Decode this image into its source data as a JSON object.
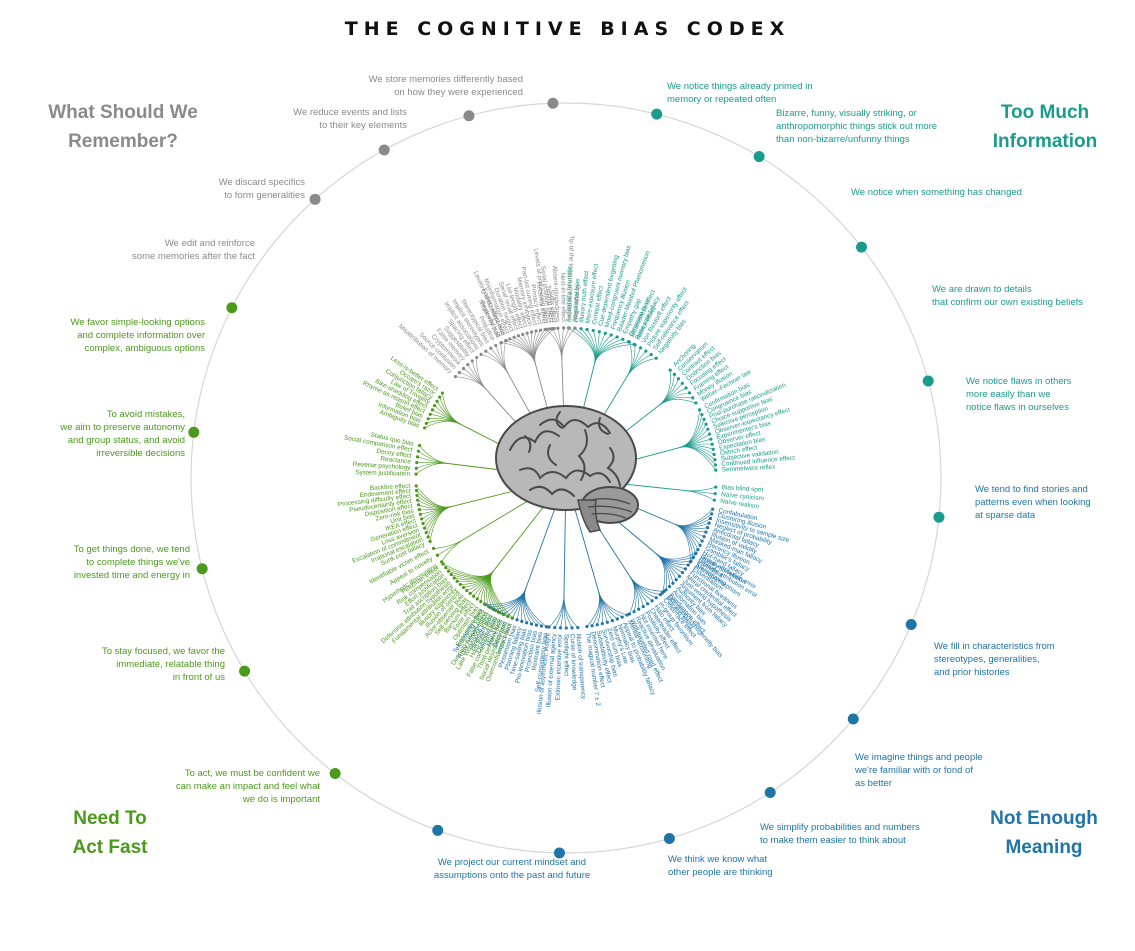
{
  "title": "THE COGNITIVE BIAS CODEX",
  "colors": {
    "gray": "#8a8a8a",
    "teal": "#1a9c8c",
    "blue": "#1f74a8",
    "green": "#4b9a1c",
    "ring": "#d6d6d6"
  },
  "quadrants": [
    {
      "key": "remember",
      "heading_line1": "What Should We",
      "heading_line2": "Remember?",
      "color": "#8a8a8a"
    },
    {
      "key": "info",
      "heading_line1": "Too Much",
      "heading_line2": "Information",
      "color": "#1a9c8c"
    },
    {
      "key": "meaning",
      "heading_line1": "Not Enough",
      "heading_line2": "Meaning",
      "color": "#1f74a8"
    },
    {
      "key": "fast",
      "heading_line1": "Need To",
      "heading_line2": "Act Fast",
      "color": "#4b9a1c"
    }
  ],
  "categories": [
    {
      "line1": "We notice things already primed in",
      "line2": "memory or repeated often",
      "line3": "",
      "color": "#1a9c8c",
      "biases": [
        "Availability heuristic",
        "Attentional bias",
        "Illusory truth effect",
        "Mere-exposure effect",
        "Context effect",
        "Cue-dependent forgetting",
        "Mood-congruent memory bias",
        "Frequency illusion",
        "Baader-Meinhof Phenomenon",
        "Empathy gap",
        "Omission bias",
        "Base rate fallacy"
      ]
    },
    {
      "line1": "Bizarre, funny, visually striking, or",
      "line2": "anthropomorphic things stick out more",
      "line3": "than non-bizarre/unfunny things",
      "color": "#1a9c8c",
      "biases": [
        "Bizarreness effect",
        "Humor effect",
        "Von Restorff effect",
        "Picture superiority effect",
        "Self-relevance effect",
        "Negativity bias"
      ]
    },
    {
      "line1": "We notice when something has changed",
      "line2": "",
      "line3": "",
      "color": "#1a9c8c",
      "biases": [
        "Anchoring",
        "Conservatism",
        "Contrast effect",
        "Distinction bias",
        "Focusing effect",
        "Framing effect",
        "Money illusion",
        "Weber–Fechner law"
      ]
    },
    {
      "line1": "We are drawn to details",
      "line2": "that confirm our own existing beliefs",
      "line3": "",
      "color": "#1a9c8c",
      "biases": [
        "Confirmation bias",
        "Congruence bias",
        "Post-purchase rationalization",
        "Choice-supportive bias",
        "Selective perception",
        "Observer-expectancy effect",
        "Experimenter's bias",
        "Observer effect",
        "Expectation bias",
        "Ostrich effect",
        "Subjective validation",
        "Continued influence effect",
        "Semmelweis reflex"
      ]
    },
    {
      "line1": "We notice flaws in others",
      "line2": "more easily than we",
      "line3": "notice flaws in ourselves",
      "color": "#1a9c8c",
      "biases": [
        "Bias blind spot",
        "Naïve cynicism",
        "Naïve realism"
      ]
    },
    {
      "line1": "We tend to find stories and",
      "line2": "patterns even when looking",
      "line3": "at sparse data",
      "color": "#1f74a8",
      "biases": [
        "Confabulation",
        "Clustering illusion",
        "Insensitivity to sample size",
        "Neglect of probability",
        "Anecdotal fallacy",
        "Illusion of validity",
        "Masked-man fallacy",
        "Recency illusion",
        "Gambler's fallacy",
        "Hot-hand fallacy",
        "Illusory correlation",
        "Pareidolia",
        "Anthropomorphism"
      ]
    },
    {
      "line1": "We fill in characteristics from",
      "line2": "stereotypes, generalities,",
      "line3": "and prior histories",
      "color": "#1f74a8",
      "biases": [
        "Group attribution error",
        "Ultimate attribution error",
        "Stereotyping",
        "Essentialism",
        "Functional fixedness",
        "Moral credential effect",
        "Just-world hypothesis",
        "Argument from fallacy",
        "Authority bias",
        "Automation bias",
        "Bandwagon effect",
        "Placebo effect"
      ]
    },
    {
      "line1": "We imagine things and people",
      "line2": "we're familiar with or fond of",
      "line3": "as better",
      "color": "#1f74a8",
      "biases": [
        "Out-group homogeneity bias",
        "Cross-race effect",
        "In-group favoritism",
        "Halo effect",
        "Cheerleader effect",
        "Positivity effect",
        "Not invented here",
        "Reactive devaluation",
        "Well-traveled road effect"
      ]
    },
    {
      "line1": "We simplify probabilities and numbers",
      "line2": "to make them easier to think about",
      "line3": "",
      "color": "#1f74a8",
      "biases": [
        "Mental accounting",
        "Appeal to probability fallacy",
        "Normalcy bias",
        "Murphy's Law",
        "Zero sum bias",
        "Survivorship bias",
        "Subadditivity effect",
        "Denomination effect",
        "The magical number 7 ± 2"
      ]
    },
    {
      "line1": "We think we know what",
      "line2": "other people are thinking",
      "line3": "",
      "color": "#1f74a8",
      "biases": [
        "Illusion of transparency",
        "Curse of knowledge",
        "Spotlight effect",
        "Extrinsic incentive error",
        "Illusion of external agency",
        "Illusion of asymmetric insight"
      ]
    },
    {
      "line1": "We project our current mindset and",
      "line2": "assumptions onto the past and future",
      "line3": "",
      "color": "#1f74a8",
      "biases": [
        "Self-consistency bias",
        "Restraint bias",
        "Projection bias",
        "Pro-innovation bias",
        "Time-saving bias",
        "Planning fallacy",
        "Pessimism bias",
        "Impact bias",
        "Declinism",
        "Moral luck",
        "Outcome bias",
        "Hindsight bias",
        "Rosy retrospection",
        "Telescoping effect"
      ]
    },
    {
      "line1": "To act, we must be confident we",
      "line2": "can make an impact and feel what",
      "line3": "we do is important",
      "color": "#4b9a1c",
      "biases": [
        "Overconfidence effect",
        "Social desirability bias",
        "Third-person effect",
        "False consensus effect",
        "Hard-easy effect",
        "Lake Wobegone effect",
        "Dunning-Kruger effect",
        "Egocentric bias",
        "Optimism bias",
        "Forer effect",
        "Barnum effect",
        "Self-serving bias",
        "Actor-observer bias",
        "Illusion of control",
        "Illusory superiority",
        "Fundamental attribution error",
        "Defensive attribution hypothesis",
        "Trait ascription bias",
        "Effort justification",
        "Risk compensation",
        "Peltzman effect"
      ]
    },
    {
      "line1": "To stay focused, we favor the",
      "line2": "immediate, relatable thing",
      "line3": "in front of us",
      "color": "#4b9a1c",
      "biases": [
        "Hyperbolic discounting",
        "Appeal to novelty",
        "Identifiable victim effect"
      ]
    },
    {
      "line1": "To get things done, we tend",
      "line2": "to complete things we've",
      "line3": "invested time and energy in",
      "color": "#4b9a1c",
      "biases": [
        "Sunk cost fallacy",
        "Irrational escalation",
        "Escalation of commitment",
        "Loss aversion",
        "Generation effect",
        "IKEA effect",
        "Unit bias",
        "Zero-risk bias",
        "Disposition effect",
        "Pseudocertainty effect",
        "Processing difficulty effect",
        "Endowment effect",
        "Backfire effect"
      ]
    },
    {
      "line1": "To avoid mistakes,",
      "line2": "we aim to preserve autonomy",
      "line3": "and group status, and avoid",
      "line4": "irreversible decisions",
      "color": "#4b9a1c",
      "biases": [
        "System justification",
        "Reverse psychology",
        "Reactance",
        "Decoy effect",
        "Social comparison effect",
        "Status quo bias"
      ]
    },
    {
      "line1": "We favor simple-looking options",
      "line2": "and complete information over",
      "line3": "complex, ambiguous options",
      "color": "#4b9a1c",
      "biases": [
        "Ambiguity bias",
        "Information bias",
        "Belief bias",
        "Rhyme-as-reason effect",
        "Bike-shedding effect",
        "Law of Triviality",
        "Conjunction fallacy",
        "Occam's razor",
        "Less-is-better effect"
      ]
    },
    {
      "line1": "We edit and reinforce",
      "line2": "some memories after the fact",
      "line3": "",
      "color": "#8a8a8a",
      "biases": [
        "Misattribution of memory",
        "Source confusion",
        "Cryptomnesia",
        "False memory",
        "Suggestibility",
        "Spacing effect"
      ]
    },
    {
      "line1": "We discard specifics",
      "line2": "to form generalities",
      "line3": "",
      "color": "#8a8a8a",
      "biases": [
        "Implicit associations",
        "Implicit stereotypes",
        "Stereotypical bias",
        "Prejudice",
        "Negativity bias",
        "Fading affect bias"
      ]
    },
    {
      "line1": "We reduce events and lists",
      "line2": "to their key elements",
      "line3": "",
      "color": "#8a8a8a",
      "biases": [
        "Peak-end rule",
        "Leveling and sharpening",
        "Misinformation effect",
        "Duration neglect",
        "Serial recall effect",
        "List-length effect",
        "Modality effect",
        "Memory inhibition",
        "Part-list cueing effect",
        "Primacy effect",
        "Recency effect",
        "Serial position effect",
        "Suffix effect"
      ]
    },
    {
      "line1": "We store memories differently based",
      "line2": "on how they were experienced",
      "line3": "",
      "color": "#8a8a8a",
      "biases": [
        "Levels of processing effect",
        "Testing effect",
        "Absent-mindedness",
        "Next-in-line effect",
        "Tip of the tongue phenomenon",
        "Google effect"
      ]
    }
  ]
}
